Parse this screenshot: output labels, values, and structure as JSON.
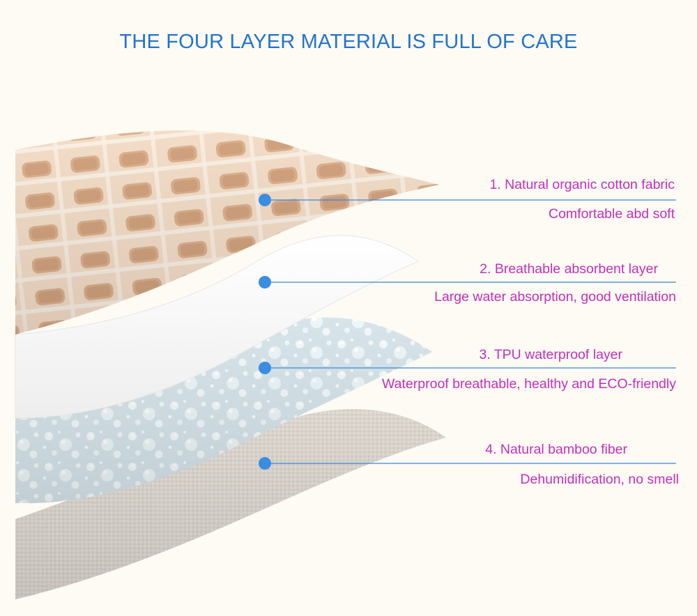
{
  "title": "THE FOUR LAYER MATERIAL IS FULL OF CARE",
  "colors": {
    "title": "#2373c9",
    "label_text": "#c22fbe",
    "leader_line": "#3a86d6",
    "marker_dot": "#3a8de0",
    "background": "#fdfbf3"
  },
  "layers": [
    {
      "name": "1. Natural organic cotton fabric",
      "description": "Comfortable abd soft"
    },
    {
      "name": "2. Breathable absorbent layer",
      "description": "Large water absorption, good ventilation"
    },
    {
      "name": "3. TPU waterproof layer",
      "description": "Waterproof breathable, healthy and ECO-friendly"
    },
    {
      "name": "4. Natural bamboo fiber",
      "description": "Dehumidification, no smell"
    }
  ]
}
